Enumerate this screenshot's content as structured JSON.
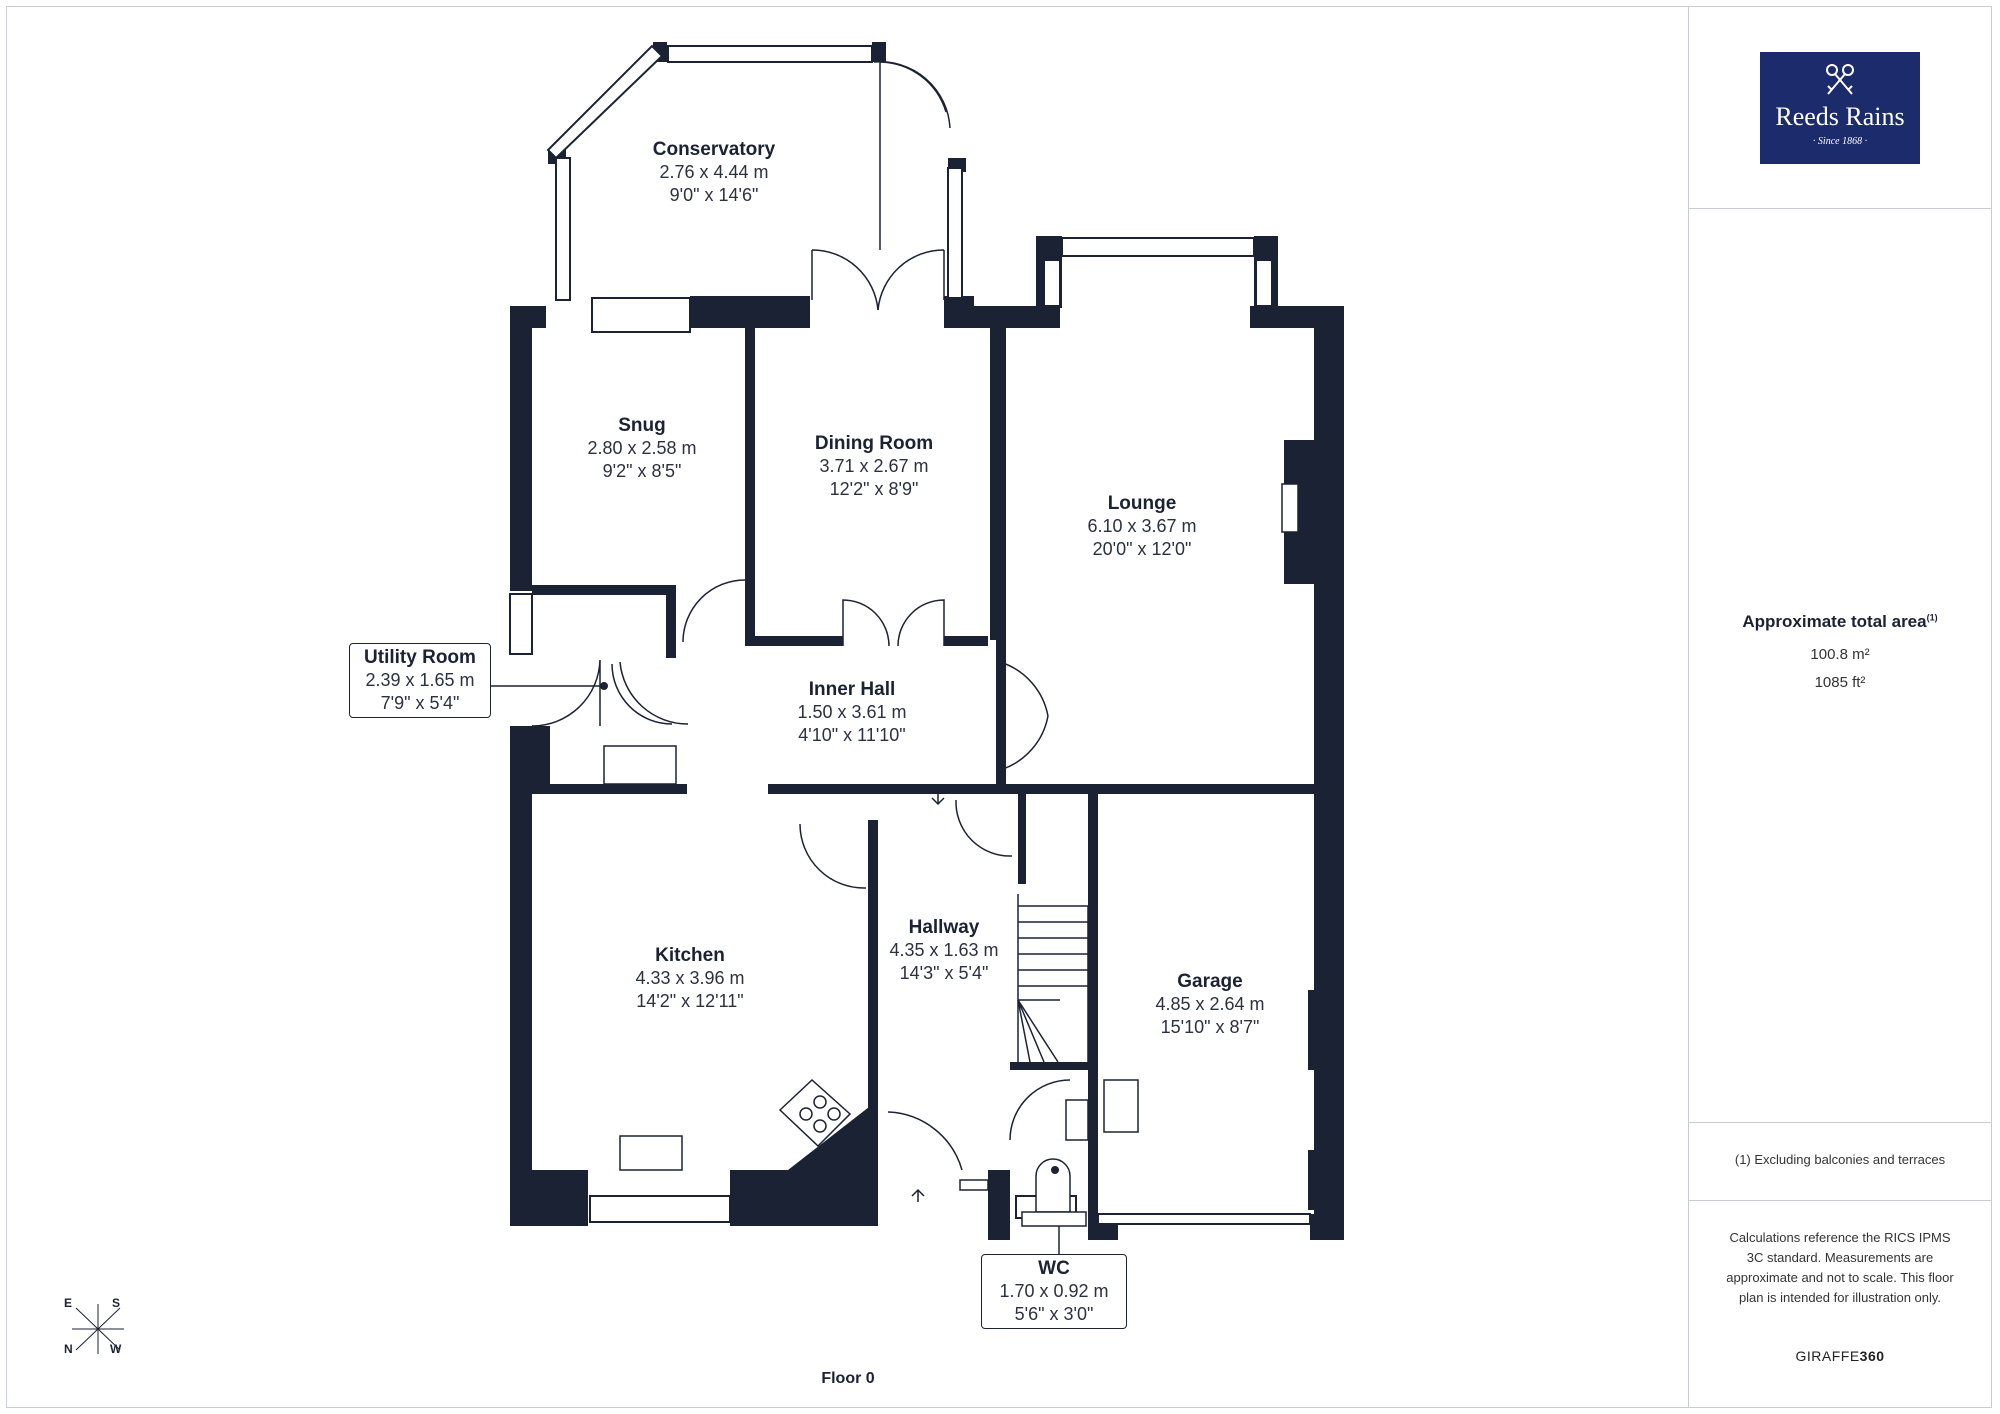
{
  "brand": {
    "name": "Reeds Rains",
    "since": "· Since 1868 ·"
  },
  "area": {
    "title": "Approximate total area",
    "title_note": "(1)",
    "metric": "100.8 m²",
    "imperial": "1085 ft²"
  },
  "footnote": "(1) Excluding balconies and terraces",
  "disclaimer": "Calculations reference the RICS IPMS 3C standard. Measurements are approximate and not to scale. This floor plan is intended for illustration only.",
  "credit": {
    "prefix": "GIRAFFE",
    "suffix": "360"
  },
  "floor": "Floor 0",
  "compass": {
    "e": "E",
    "s": "S",
    "n": "N",
    "w": "W"
  },
  "rooms": {
    "conservatory": {
      "name": "Conservatory",
      "metric": "2.76 x 4.44 m",
      "imperial": "9'0\" x 14'6\""
    },
    "snug": {
      "name": "Snug",
      "metric": "2.80 x 2.58 m",
      "imperial": "9'2\" x 8'5\""
    },
    "dining": {
      "name": "Dining Room",
      "metric": "3.71 x 2.67 m",
      "imperial": "12'2\" x 8'9\""
    },
    "lounge": {
      "name": "Lounge",
      "metric": "6.10 x 3.67 m",
      "imperial": "20'0\" x 12'0\""
    },
    "utility": {
      "name": "Utility Room",
      "metric": "2.39 x 1.65 m",
      "imperial": "7'9\" x 5'4\""
    },
    "inner_hall": {
      "name": "Inner Hall",
      "metric": "1.50 x 3.61 m",
      "imperial": "4'10\" x 11'10\""
    },
    "kitchen": {
      "name": "Kitchen",
      "metric": "4.33 x 3.96 m",
      "imperial": "14'2\" x 12'11\""
    },
    "hallway": {
      "name": "Hallway",
      "metric": "4.35 x 1.63 m",
      "imperial": "14'3\" x 5'4\""
    },
    "garage": {
      "name": "Garage",
      "metric": "4.85 x 2.64 m",
      "imperial": "15'10\" x 8'7\""
    },
    "wc": {
      "name": "WC",
      "metric": "1.70 x 0.92 m",
      "imperial": "5'6\" x 3'0\""
    }
  },
  "colors": {
    "wall": "#1b2233",
    "brand_bg": "#1c2b6b"
  }
}
